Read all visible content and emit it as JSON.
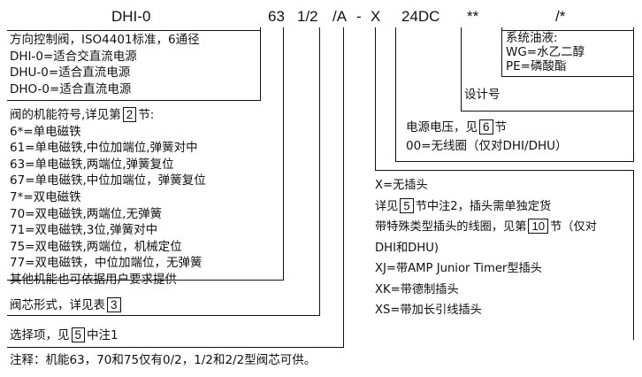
{
  "header": {
    "model": "DHI-0",
    "c63": "63",
    "c12": "1/2",
    "cA": "/A",
    "dash": "-",
    "cX": "X",
    "c24": "24DC",
    "cStars": "**",
    "cSlash": "/*"
  },
  "box_valve_type": {
    "lines": [
      "方向控制阀，ISO4401标准，6通径",
      "DHI-0=适合交直流电源",
      "DHU-0=适合直流电源",
      "DHO-0=适合直流电源"
    ]
  },
  "function": {
    "intro_pre": "阀的机能符号,详见第",
    "intro_ref": "2",
    "intro_post": "节:",
    "lines": [
      "6*=单电磁铁",
      "61=单电磁铁,中位加端位,弹簧对中",
      "63=单电磁铁,两端位,弹簧复位",
      "67=单电磁铁,中位加端位，弹簧复位",
      "7*=双电磁铁",
      "70=双电磁铁,两端位,无弹簧",
      "71=双电磁铁,3位,弹簧对中",
      "75=双电磁铁,两端位，机械定位",
      "77=双电磁铁，中位加端位，无弹簧",
      "其他机能也可依据用户要求提供"
    ]
  },
  "spool": {
    "pre": "阀芯形式，详见表",
    "ref": "3"
  },
  "options": {
    "pre": "选择项，见",
    "ref": "5",
    "post": "中注1"
  },
  "note": "注释：机能63，70和75仅有0/2，1/2和2/2型阀芯可供。",
  "fluid": {
    "lines": [
      "系统油液:",
      "WG=水乙二醇",
      "PE=磷酸酯"
    ]
  },
  "design": "设计号",
  "voltage": {
    "pre": "电源电压，见",
    "ref": "6",
    "post": "节",
    "line2": "00=无线圈（仅对DHI/DHU）"
  },
  "plug": {
    "l1": "X=无插头",
    "l2_pre": "详见",
    "l2_ref": "5",
    "l2_post": "节中注2，插头需单独定货",
    "l3_pre": "带特殊类型插头的线圈，见第",
    "l3_ref": "10",
    "l3_post": "节（仅对",
    "l4": "DHI和DHU)",
    "l5": "XJ=带AMP Junior Timer型插头",
    "l6": "XK=带德制插头",
    "l7": "XS=带加长引线插头"
  }
}
